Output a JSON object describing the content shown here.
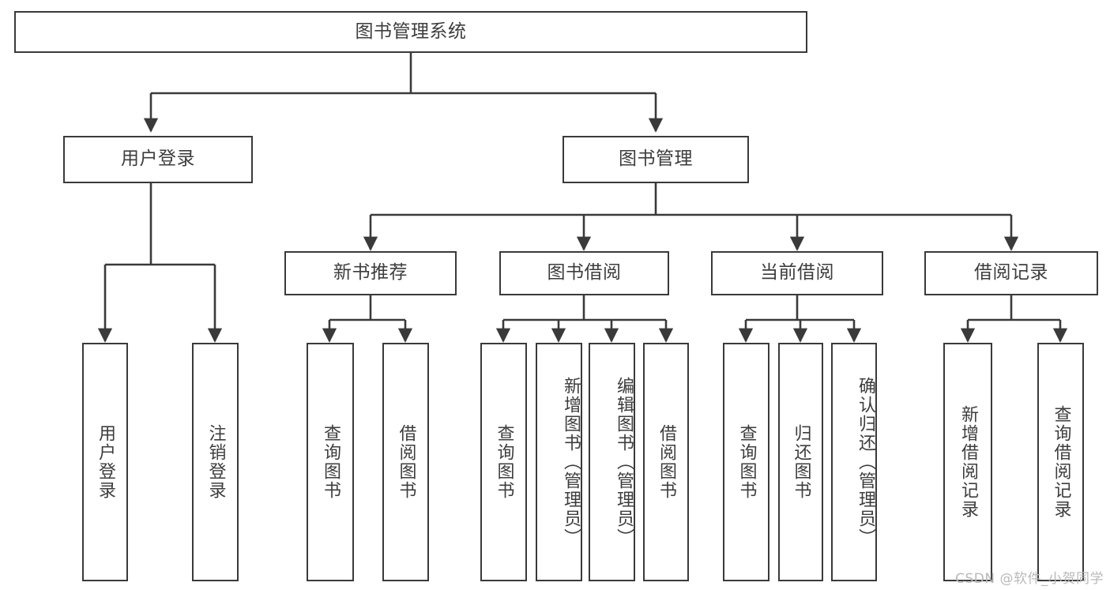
{
  "diagram": {
    "title": "图书管理系统",
    "type": "hierarchy-tree",
    "watermark": "CSDN @软件_小贺同学",
    "colors": {
      "stroke": "#3a3a3a",
      "text": "#3d3d3d",
      "background": "#ffffff",
      "watermark": "#b9b9b9"
    },
    "levels": {
      "level1": [
        {
          "id": "root",
          "label": "图书管理系统"
        }
      ],
      "level2": [
        {
          "id": "login",
          "label": "用户登录"
        },
        {
          "id": "bookmgmt",
          "label": "图书管理"
        }
      ],
      "level3": [
        {
          "id": "newbook",
          "label": "新书推荐"
        },
        {
          "id": "borrow",
          "label": "图书借阅"
        },
        {
          "id": "current",
          "label": "当前借阅"
        },
        {
          "id": "record",
          "label": "借阅记录"
        }
      ],
      "leaves": {
        "login": [
          {
            "id": "leaf-user-login",
            "label": "用户登录"
          },
          {
            "id": "leaf-logout",
            "label": "注销登录"
          }
        ],
        "newbook": [
          {
            "id": "leaf-query-book-1",
            "label": "查询图书"
          },
          {
            "id": "leaf-borrow-book-1",
            "label": "借阅图书"
          }
        ],
        "borrow": [
          {
            "id": "leaf-query-book-2",
            "label": "查询图书"
          },
          {
            "id": "leaf-add-book",
            "label": "新增图书（管理员）"
          },
          {
            "id": "leaf-edit-book",
            "label": "编辑图书（管理员）"
          },
          {
            "id": "leaf-borrow-book-2",
            "label": "借阅图书"
          }
        ],
        "current": [
          {
            "id": "leaf-query-book-3",
            "label": "查询图书"
          },
          {
            "id": "leaf-return-book",
            "label": "归还图书"
          },
          {
            "id": "leaf-confirm-return",
            "label": "确认归还（管理员）"
          }
        ],
        "record": [
          {
            "id": "leaf-add-record",
            "label": "新增借阅记录"
          },
          {
            "id": "leaf-query-record",
            "label": "查询借阅记录"
          }
        ]
      }
    }
  }
}
